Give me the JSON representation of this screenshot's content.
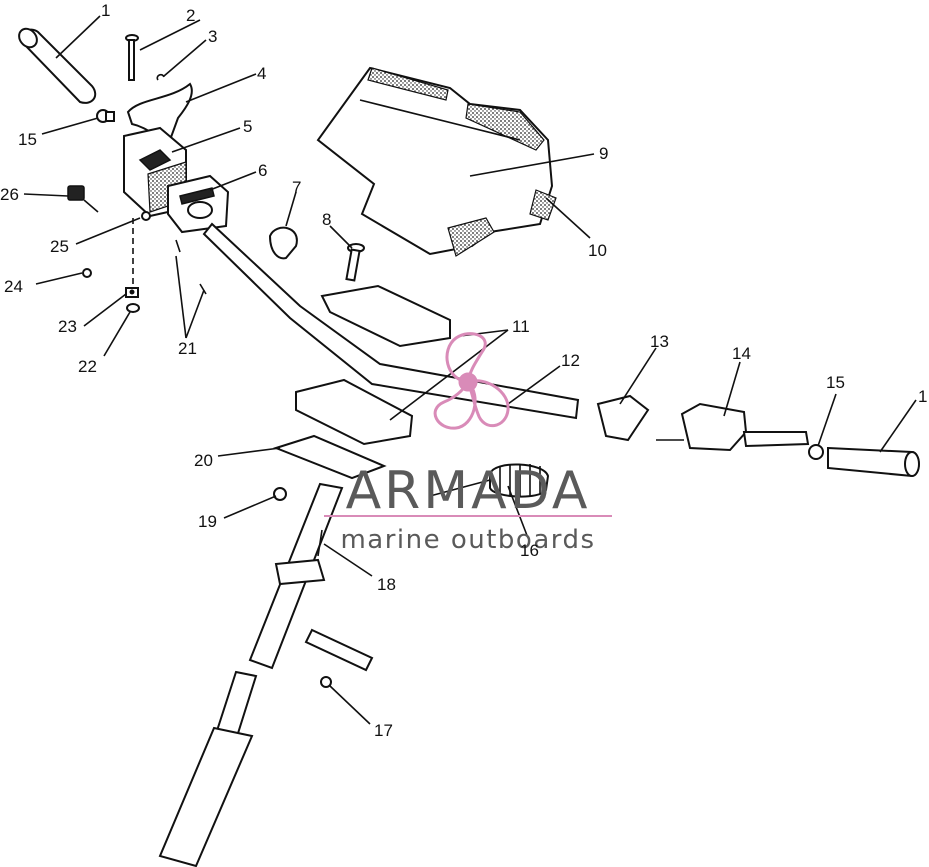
{
  "labels": {
    "l1a": "1",
    "l2": "2",
    "l3": "3",
    "l4": "4",
    "l5": "5",
    "l6": "6",
    "l7": "7",
    "l8": "8",
    "l9": "9",
    "l10": "10",
    "l11": "11",
    "l12": "12",
    "l13": "13",
    "l14": "14",
    "l15a": "15",
    "l15b": "15",
    "l1b": "1",
    "l16": "16",
    "l17": "17",
    "l18": "18",
    "l19": "19",
    "l20": "20",
    "l21": "21",
    "l22": "22",
    "l23": "23",
    "l24": "24",
    "l25": "25",
    "l26": "26"
  },
  "watermark": {
    "brand": "ARMADA",
    "tagline": "marine outboards",
    "accent_color": "#d98bb8"
  }
}
